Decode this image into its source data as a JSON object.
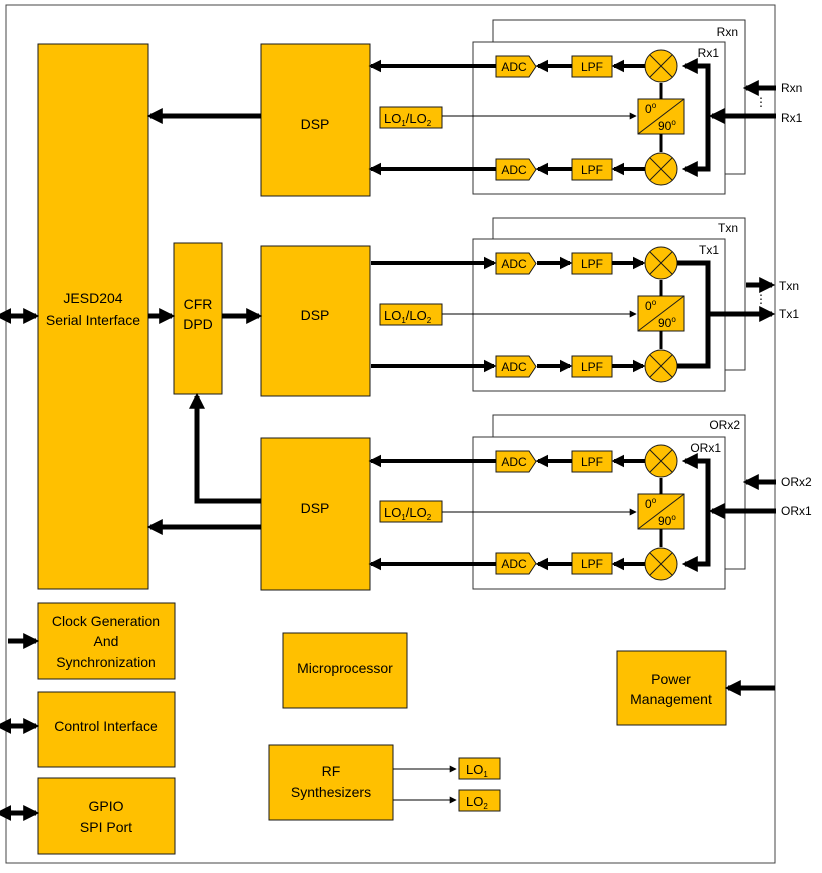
{
  "colors": {
    "block": "#FFC000",
    "block_stroke": "#1a1a1a",
    "line": "#000000",
    "background": "#ffffff"
  },
  "blocks": {
    "jesd_l1": "JESD204",
    "jesd_l2": "Serial Interface",
    "cfr": "CFR",
    "dpd": "DPD",
    "dsp": "DSP",
    "adc": "ADC",
    "lpf": "LPF",
    "lo_main_1": "LO",
    "lo_sub_1": "1",
    "lo_slash": "/LO",
    "lo_sub_2": "2",
    "phase_0": "0",
    "phase_90": "90",
    "degree": "o",
    "clock_l1": "Clock Generation",
    "clock_l2": "And",
    "clock_l3": "Synchronization",
    "control": "Control Interface",
    "gpio_l1": "GPIO",
    "gpio_l2": "SPI Port",
    "micro": "Microprocessor",
    "power_l1": "Power",
    "power_l2": "Management",
    "rf_l1": "RF",
    "rf_l2": "Synthesizers",
    "lo1_main": "LO",
    "lo1_sub": "1",
    "lo2_main": "LO",
    "lo2_sub": "2"
  },
  "channels": {
    "rx": {
      "back": "Rxn",
      "front": "Rx1",
      "port_top": "Rxn",
      "port_bottom": "Rx1",
      "ellipsis": "⋮"
    },
    "tx": {
      "back": "Txn",
      "front": "Tx1",
      "port_top": "Txn",
      "port_bottom": "Tx1",
      "ellipsis": "⋮"
    },
    "orx": {
      "back": "ORx2",
      "front": "ORx1",
      "port_top": "ORx2",
      "port_bottom": "ORx1"
    }
  }
}
